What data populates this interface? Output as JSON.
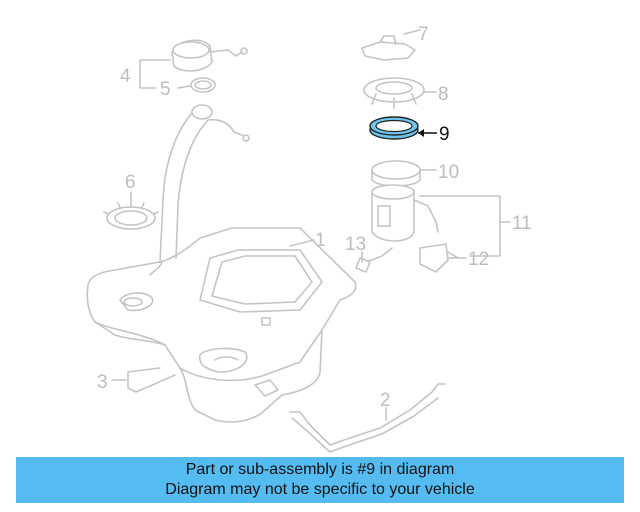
{
  "parts": [
    {
      "number": "1"
    },
    {
      "number": "2"
    },
    {
      "number": "3"
    },
    {
      "number": "4"
    },
    {
      "number": "5"
    },
    {
      "number": "6"
    },
    {
      "number": "7"
    },
    {
      "number": "8"
    },
    {
      "number": "9"
    },
    {
      "number": "10"
    },
    {
      "number": "11"
    },
    {
      "number": "12"
    },
    {
      "number": "13"
    }
  ],
  "highlighted_part": "9",
  "colors": {
    "highlight_part": "#6ec6ef",
    "banner_background": "#55bcf2",
    "linework": "#c4c4c4"
  },
  "banner": {
    "line1": "Part or sub-assembly is #9 in diagram",
    "line2": "Diagram may not be specific to your vehicle"
  }
}
